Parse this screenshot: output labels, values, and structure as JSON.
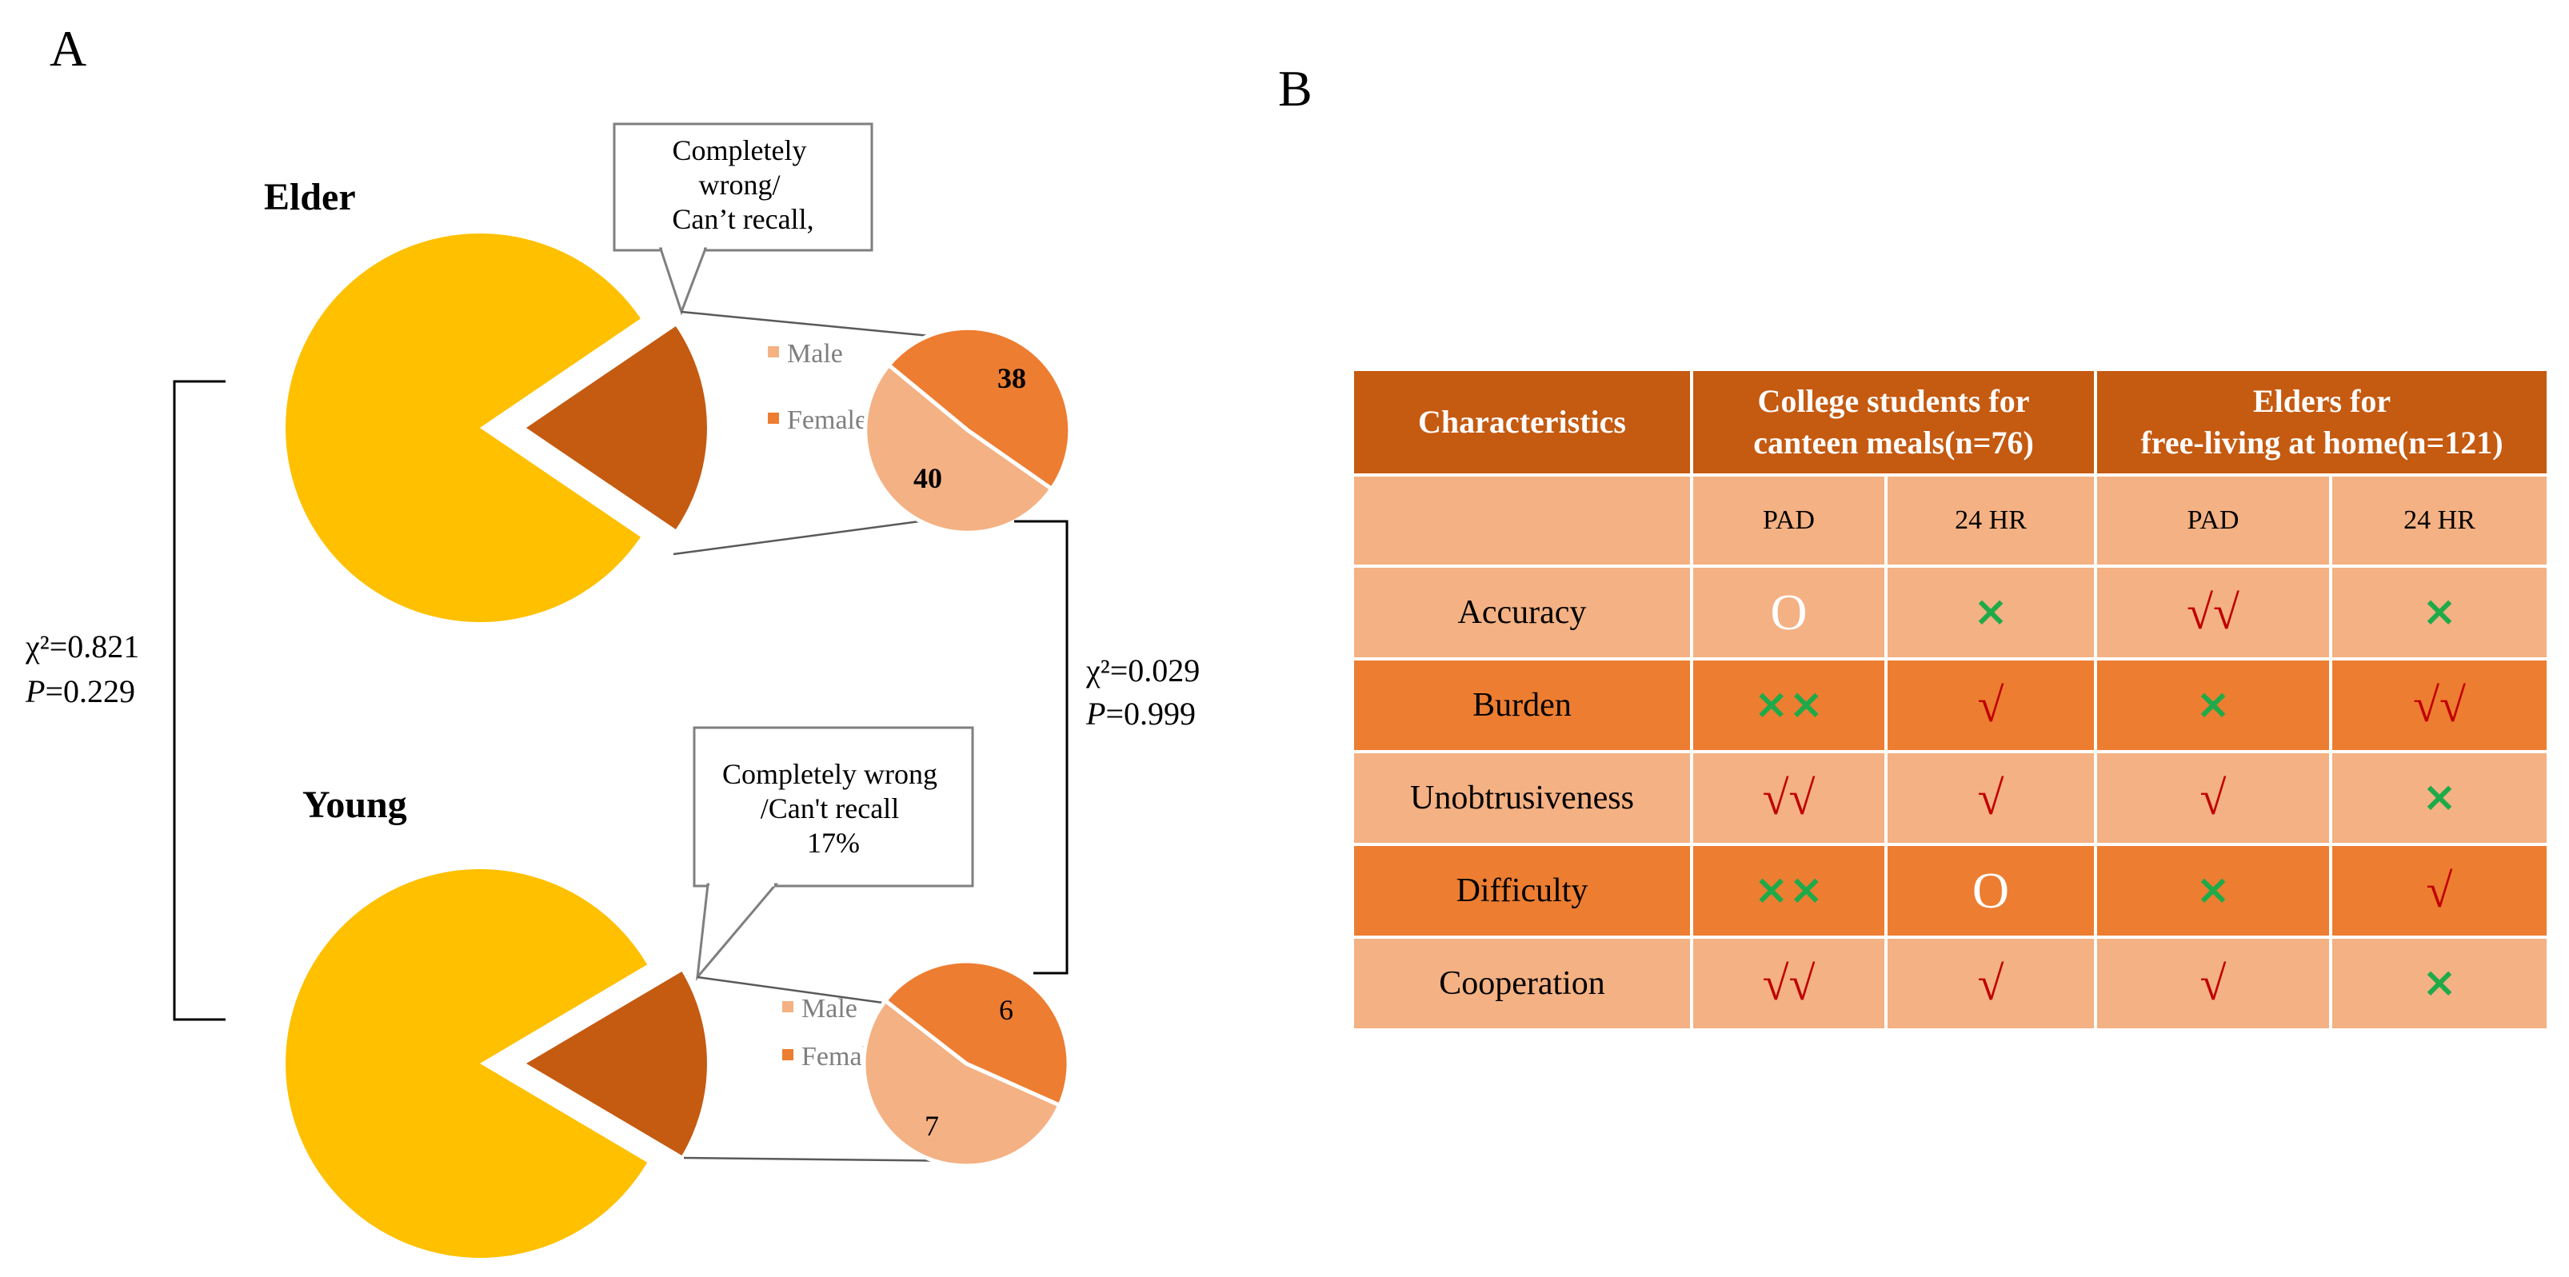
{
  "panel_a_label": "A",
  "panel_b_label": "B",
  "colors": {
    "correct": "#ffc000",
    "wrong": "#c55a11",
    "male": "#f4b183",
    "female": "#ed7d31",
    "table_header": "#c55a11",
    "table_light": "#f4b183",
    "table_dark": "#ed7d31",
    "check_mark": "#c00000",
    "cross_mark": "#1faa4a"
  },
  "chart_data": [
    {
      "type": "pie",
      "group": "Elder",
      "callout": [
        "Completely",
        "wrong/",
        "Can’t recall,"
      ],
      "slices": [
        {
          "label": "",
          "value": 81
        },
        {
          "label": "Completely wrong/ Can’t recall,",
          "value": 19
        }
      ],
      "breakdown": {
        "type": "pie",
        "legend": [
          "Male",
          "Female"
        ],
        "slices": [
          {
            "name": "Male",
            "value": 40
          },
          {
            "name": "Female",
            "value": 38
          }
        ]
      }
    },
    {
      "type": "pie",
      "group": "Young",
      "callout": [
        "Completely wrong",
        "/Can't recall",
        "17%"
      ],
      "slices": [
        {
          "label": "",
          "value": 83
        },
        {
          "label": "Completely wrong /Can't recall 17%",
          "value": 17
        }
      ],
      "breakdown": {
        "type": "pie",
        "legend": [
          "Male",
          "Female"
        ],
        "slices": [
          {
            "name": "Male",
            "value": 7
          },
          {
            "name": "Female",
            "value": 6
          }
        ]
      }
    }
  ],
  "stats": {
    "main": {
      "chi": "χ²=0.821",
      "p_label": "P",
      "p_value": "=0.229"
    },
    "breakdown": {
      "chi": "χ²=0.029",
      "p_label": "P",
      "p_value": "=0.999"
    }
  },
  "table": {
    "header": [
      "Characteristics",
      "College students  for canteen meals(n=76)",
      "Elders for free-living at home(n=121)"
    ],
    "header_lines": [
      [
        "Characteristics"
      ],
      [
        "College students  for",
        "canteen meals(n=76)"
      ],
      [
        "Elders for",
        "free-living at home(n=121)"
      ]
    ],
    "subheader": [
      "",
      "PAD",
      "24 HR",
      "PAD",
      "24 HR"
    ],
    "rows": [
      {
        "name": "Accuracy",
        "marks": [
          "O",
          "×",
          "√√",
          "×"
        ]
      },
      {
        "name": "Burden",
        "marks": [
          "××",
          "√",
          "×",
          "√√"
        ]
      },
      {
        "name": "Unobtrusiveness",
        "marks": [
          "√√",
          "√",
          "√",
          "×"
        ]
      },
      {
        "name": "Difficulty",
        "marks": [
          "××",
          "O",
          "×",
          "√"
        ]
      },
      {
        "name": "Cooperation",
        "marks": [
          "√√",
          "√",
          "√",
          "×"
        ]
      }
    ]
  }
}
